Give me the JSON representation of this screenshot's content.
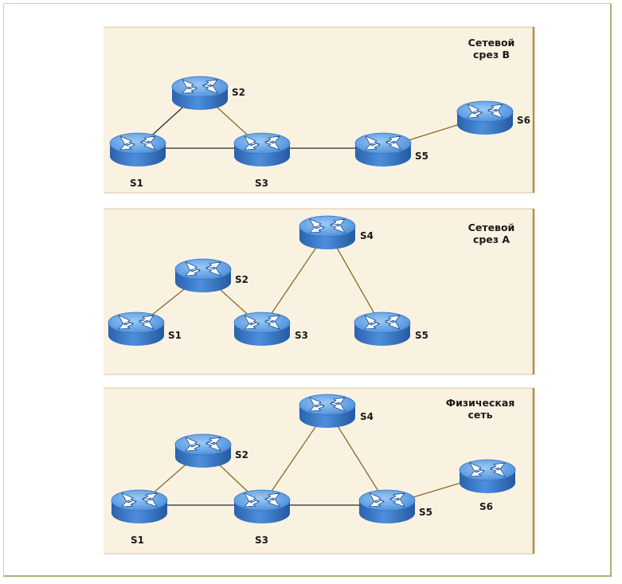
{
  "panels": [
    {
      "id": "slice-b",
      "title_lines": [
        "Сетевой",
        "срез B"
      ],
      "nodes": [
        {
          "id": "S1",
          "label": "S1"
        },
        {
          "id": "S2",
          "label": "S2"
        },
        {
          "id": "S3",
          "label": "S3"
        },
        {
          "id": "S5",
          "label": "S5"
        },
        {
          "id": "S6",
          "label": "S6"
        }
      ],
      "links": [
        {
          "from": "S1",
          "to": "S2",
          "color": "black"
        },
        {
          "from": "S2",
          "to": "S3",
          "color": "brown"
        },
        {
          "from": "S1",
          "to": "S3",
          "color": "black"
        },
        {
          "from": "S3",
          "to": "S5",
          "color": "black"
        },
        {
          "from": "S5",
          "to": "S6",
          "color": "brown"
        }
      ]
    },
    {
      "id": "slice-a",
      "title_lines": [
        "Сетевой",
        "срез A"
      ],
      "nodes": [
        {
          "id": "S1",
          "label": "S1"
        },
        {
          "id": "S2",
          "label": "S2"
        },
        {
          "id": "S3",
          "label": "S3"
        },
        {
          "id": "S4",
          "label": "S4"
        },
        {
          "id": "S5",
          "label": "S5"
        }
      ],
      "links": [
        {
          "from": "S1",
          "to": "S2",
          "color": "brown"
        },
        {
          "from": "S2",
          "to": "S3",
          "color": "brown"
        },
        {
          "from": "S3",
          "to": "S4",
          "color": "brown"
        },
        {
          "from": "S4",
          "to": "S5",
          "color": "brown"
        }
      ]
    },
    {
      "id": "physical",
      "title_lines": [
        "Физическая",
        "сеть"
      ],
      "nodes": [
        {
          "id": "S1",
          "label": "S1"
        },
        {
          "id": "S2",
          "label": "S2"
        },
        {
          "id": "S3",
          "label": "S3"
        },
        {
          "id": "S4",
          "label": "S4"
        },
        {
          "id": "S5",
          "label": "S5"
        },
        {
          "id": "S6",
          "label": "S6"
        }
      ],
      "links": [
        {
          "from": "S1",
          "to": "S2",
          "color": "brown"
        },
        {
          "from": "S2",
          "to": "S3",
          "color": "brown"
        },
        {
          "from": "S1",
          "to": "S3",
          "color": "black"
        },
        {
          "from": "S3",
          "to": "S4",
          "color": "brown"
        },
        {
          "from": "S4",
          "to": "S5",
          "color": "brown"
        },
        {
          "from": "S3",
          "to": "S5",
          "color": "black"
        },
        {
          "from": "S5",
          "to": "S6",
          "color": "brown"
        }
      ]
    }
  ],
  "colors": {
    "panel_bg": "#faf2e1",
    "panel_edge": "#b48a48",
    "router_top": "#5f9fe0",
    "router_side": "#2f6fbf",
    "link_black": "#2a2a2a",
    "link_brown": "#8a6a2a"
  },
  "icon": "router-icon"
}
